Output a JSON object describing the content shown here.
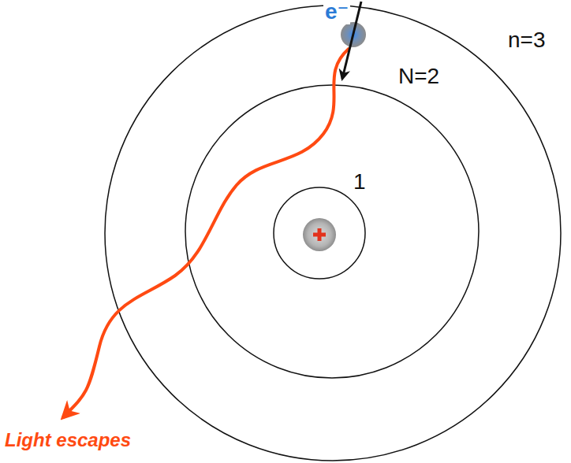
{
  "diagram": {
    "labels": [
      "e⁻",
      "n=3",
      "N=2",
      "1",
      "Light escapes"
    ]
  }
}
